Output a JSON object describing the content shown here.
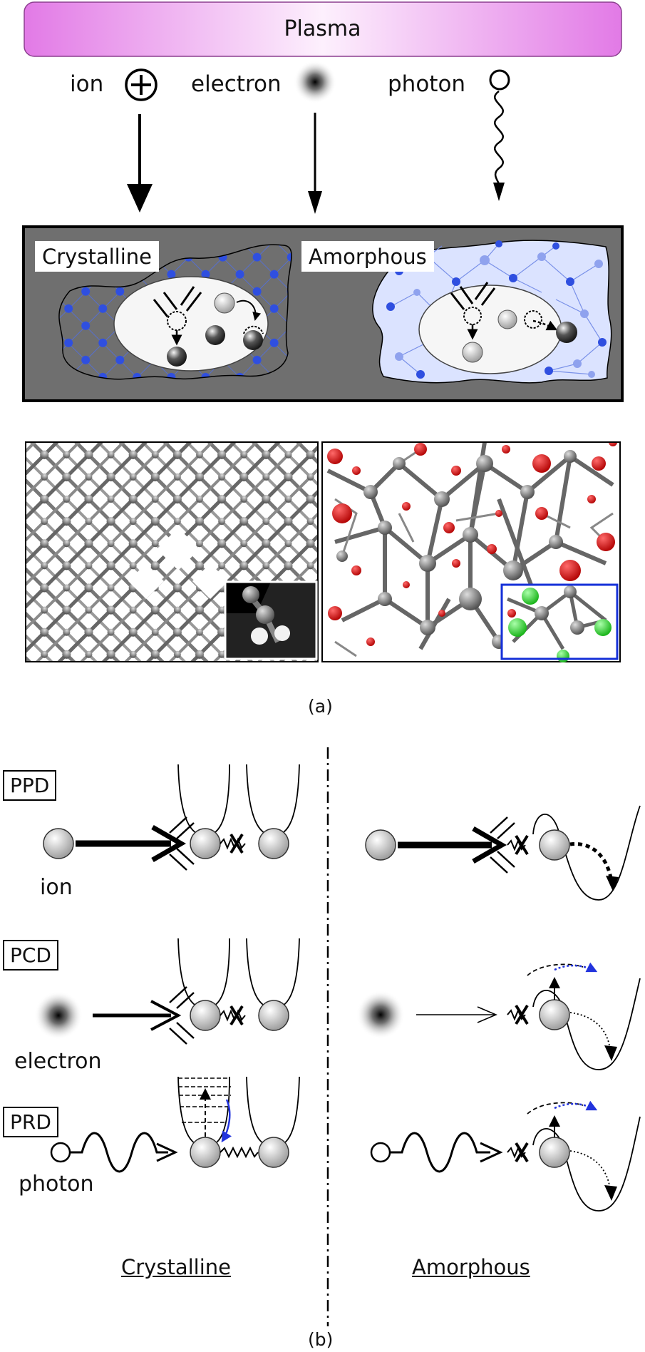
{
  "top": {
    "plasma_label": "Plasma",
    "sources": {
      "ion": "ion",
      "electron": "electron",
      "photon": "photon"
    },
    "panel": {
      "crystalline": "Crystalline",
      "amorphous": "Amorphous"
    }
  },
  "captions": {
    "a": "(a)",
    "b": "(b)"
  },
  "mechanisms": [
    {
      "tag": "PPD",
      "particle": "ion"
    },
    {
      "tag": "PCD",
      "particle": "electron"
    },
    {
      "tag": "PRD",
      "particle": "photon"
    }
  ],
  "columns": {
    "left": "Crystalline",
    "right": "Amorphous"
  },
  "colors": {
    "plasma_pink": "#e27ae6",
    "panel_gray": "#6f6f6f",
    "lattice_blue": "#2f4fe0",
    "oxygen_red": "#e01010",
    "defect_green": "#22dd22",
    "arrow_blue": "#2233dd"
  }
}
